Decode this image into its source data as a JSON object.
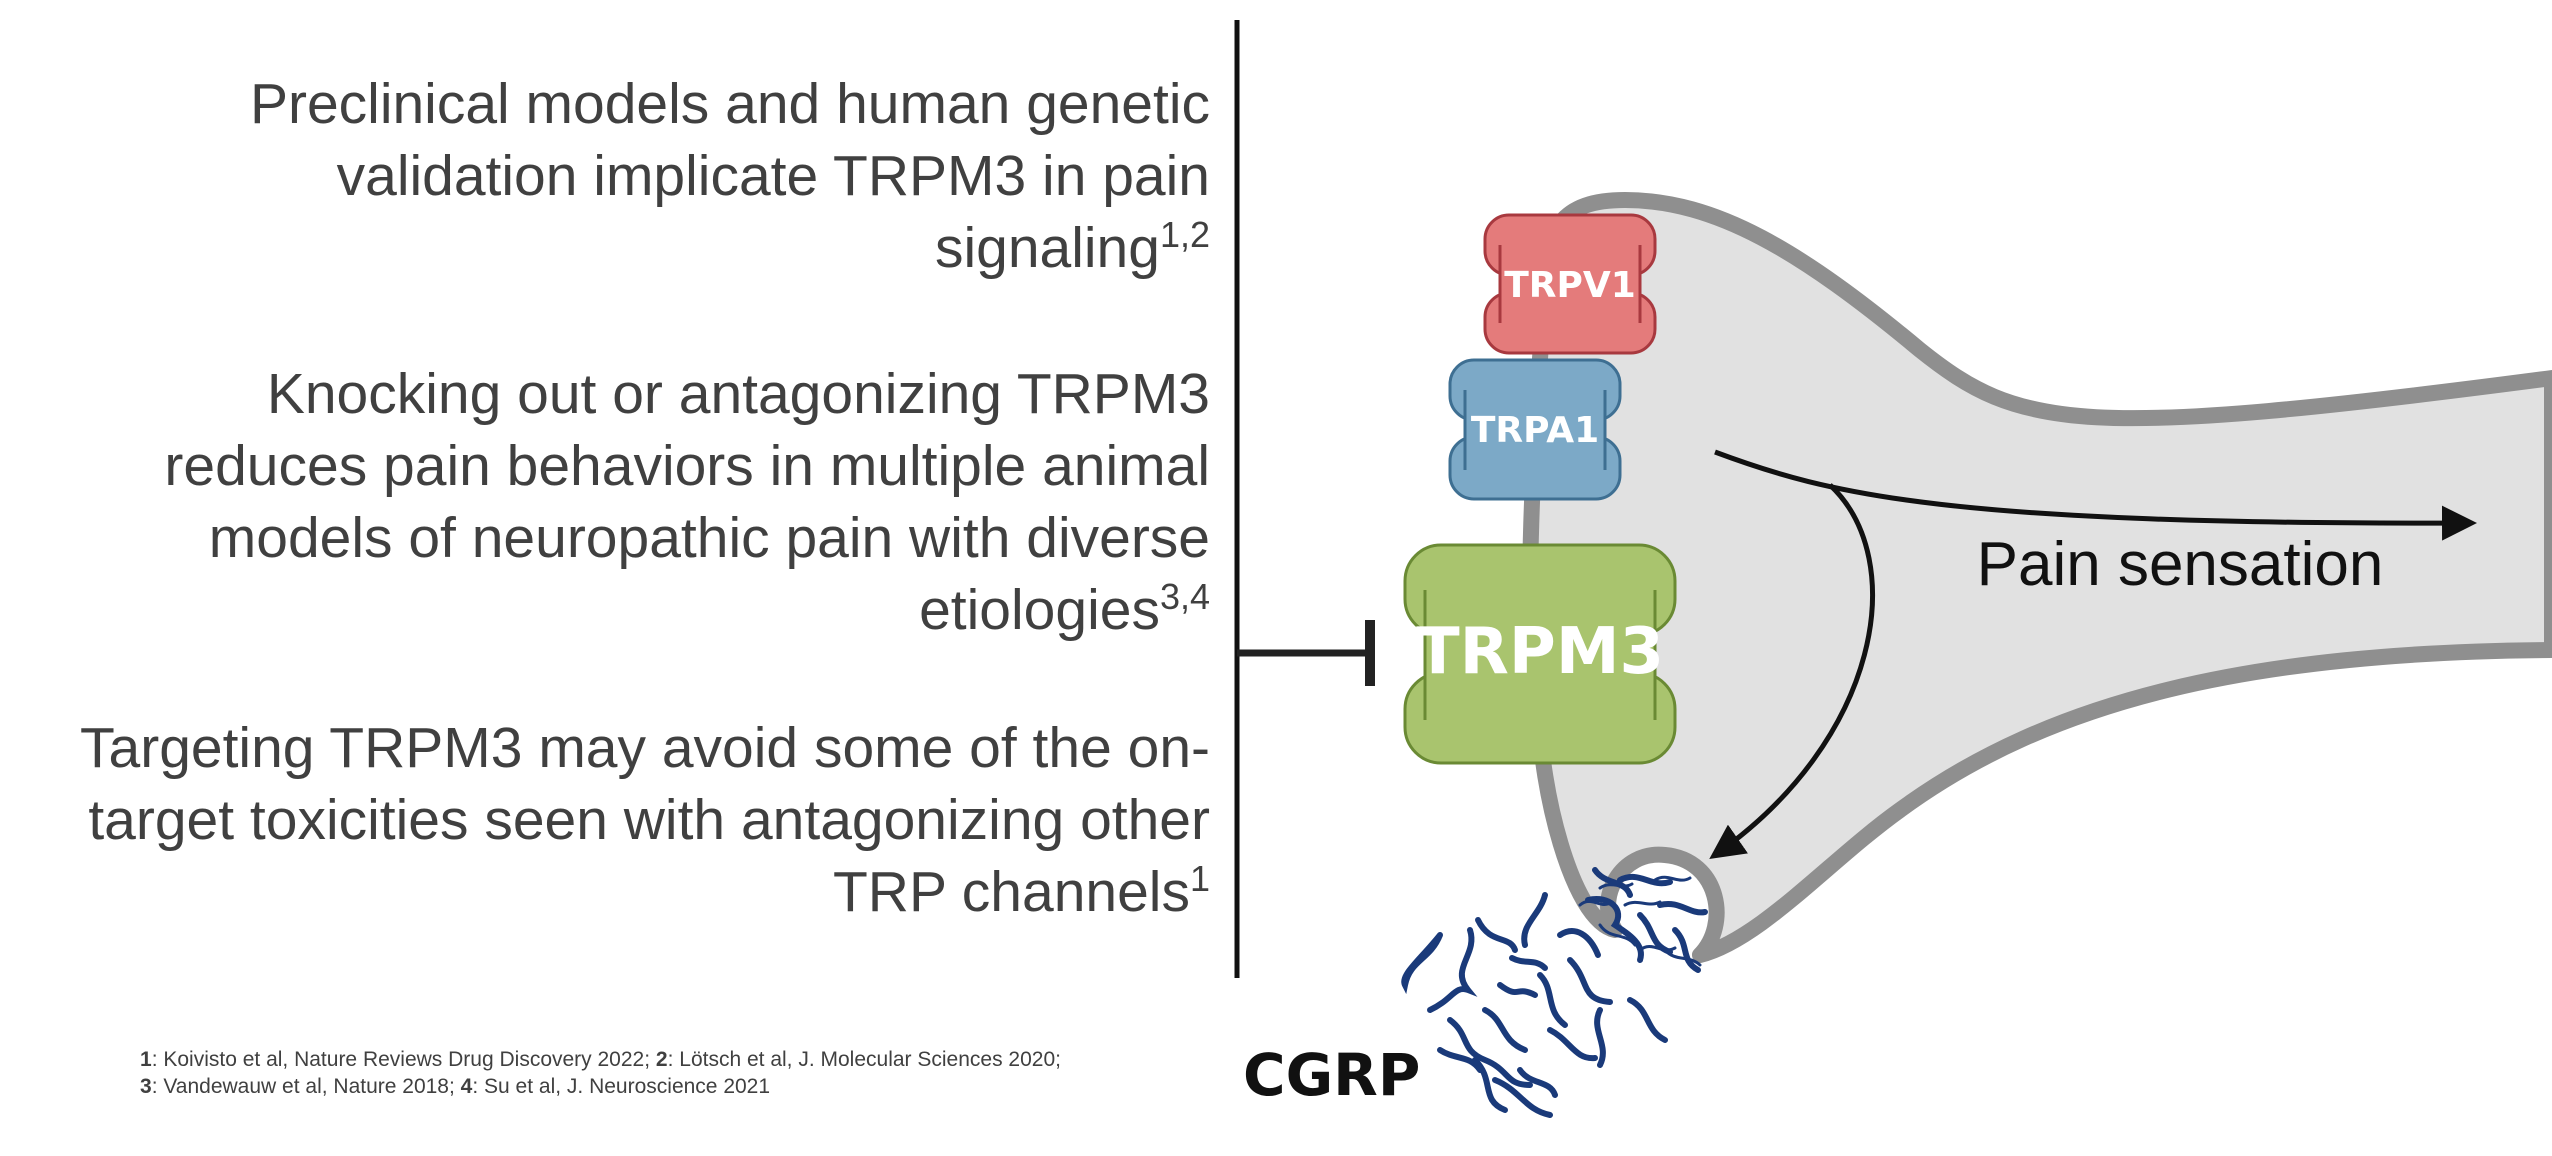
{
  "bullets": [
    {
      "text": "Preclinical models and human genetic validation implicate TRPM3 in pain signaling",
      "sup": "1,2"
    },
    {
      "text": "Knocking out or antagonizing TRPM3 reduces pain behaviors in multiple animal models of neuropathic pain with diverse etiologies",
      "sup": "3,4"
    },
    {
      "text": "Targeting TRPM3 may avoid some of the on-target toxicities seen with antagonizing other TRP channels",
      "sup": "1"
    }
  ],
  "references": {
    "r1_num": "1",
    "r1_text": ": Koivisto et al, Nature Reviews Drug Discovery 2022; ",
    "r2_num": "2",
    "r2_text": ": Lötsch et al, J. Molecular Sciences 2020;",
    "r3_num": "3",
    "r3_text": ": Vandewauw et al, Nature 2018; ",
    "r4_num": "4",
    "r4_text": ": Su et al, J. Neuroscience 2021"
  },
  "channels": {
    "trpv1": {
      "label": "TRPV1",
      "color": "#e47b7b",
      "stroke": "#a8393f"
    },
    "trpa1": {
      "label": "TRPA1",
      "color": "#7ca9c7",
      "stroke": "#3e6f92"
    },
    "trpm3": {
      "label": "TRPM3",
      "color": "#a9c46e",
      "stroke": "#6a8a34"
    }
  },
  "pain_label": "Pain sensation",
  "cgrp_label": "CGRP",
  "colors": {
    "neuron_fill": "#e1e1e1",
    "neuron_stroke": "#8f8f8f",
    "peptide": "#1a3a7a",
    "text": "#404040"
  }
}
